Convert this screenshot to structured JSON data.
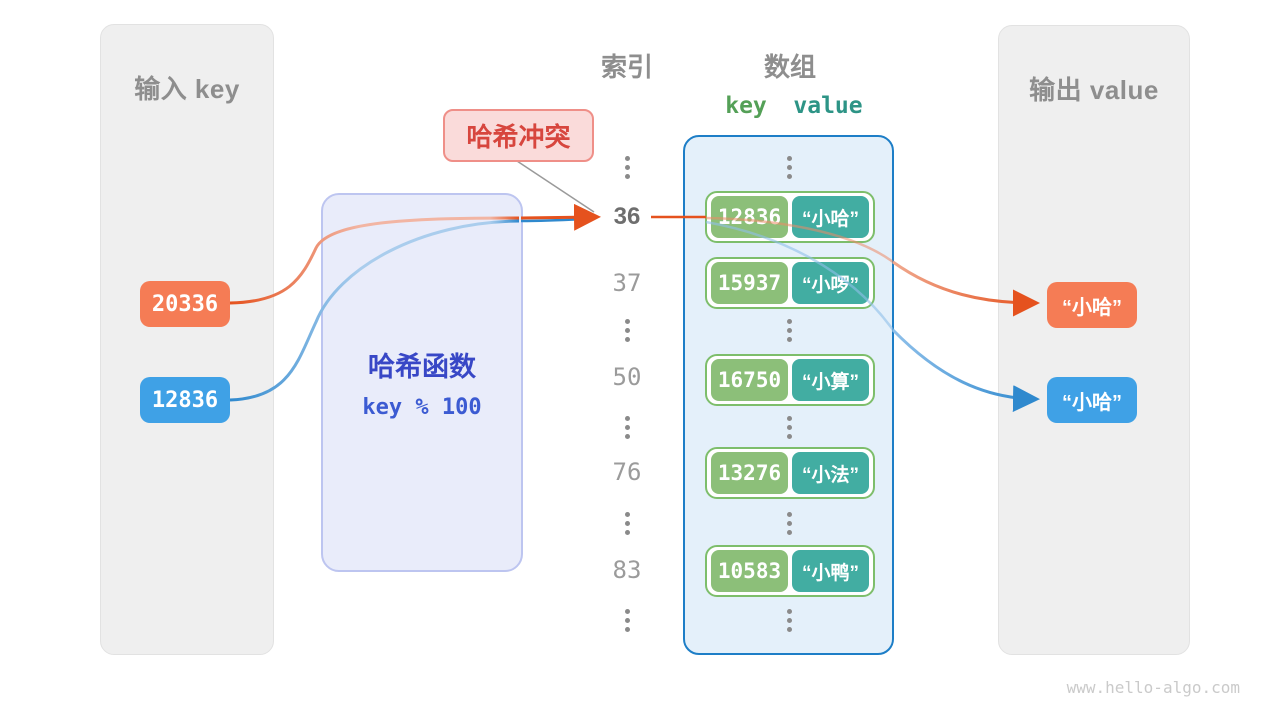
{
  "colors": {
    "orange": "#F57C55",
    "orange_line": "#E5521E",
    "blue": "#3FA1E6",
    "blue_line": "#2F89CE",
    "green_key_cell": "#8CBF79",
    "teal_value_cell": "#42ADA2",
    "pair_border_green": "#7DBE6B",
    "array_border_blue": "#1D7EC7",
    "hash_text_indigo": "#3847C6",
    "collision_red": "#D7463E"
  },
  "input_panel": {
    "title": "输入 key",
    "keys": [
      {
        "value": "20336"
      },
      {
        "value": "12836"
      }
    ]
  },
  "hash_function": {
    "title": "哈希函数",
    "formula": "key % 100"
  },
  "collision_badge": {
    "label": "哈希冲突"
  },
  "index_column": {
    "title": "索引",
    "values": [
      "36",
      "37",
      "50",
      "76",
      "83"
    ],
    "highlighted": "36"
  },
  "array_panel": {
    "title": "数组",
    "key_header": "key",
    "value_header": "value",
    "rows": [
      {
        "key": "12836",
        "value": "“小哈”"
      },
      {
        "key": "15937",
        "value": "“小啰”"
      },
      {
        "key": "16750",
        "value": "“小算”"
      },
      {
        "key": "13276",
        "value": "“小法”"
      },
      {
        "key": "10583",
        "value": "“小鸭”"
      }
    ]
  },
  "output_panel": {
    "title": "输出 value",
    "values": [
      {
        "text": "“小哈”"
      },
      {
        "text": "“小哈”"
      }
    ]
  },
  "footer": {
    "url": "www.hello-algo.com"
  }
}
